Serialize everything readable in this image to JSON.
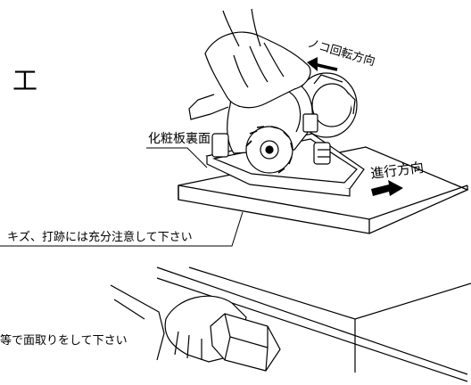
{
  "labels": {
    "title_fragment": "工",
    "blade_rotation": "ノコ回転方向",
    "board_back": "化粧板裏面",
    "travel_direction": "進行方向",
    "scratch_note": "キズ、打跡には充分注意して下さい",
    "chamfer_note": "等で面取りをして下さい"
  }
}
